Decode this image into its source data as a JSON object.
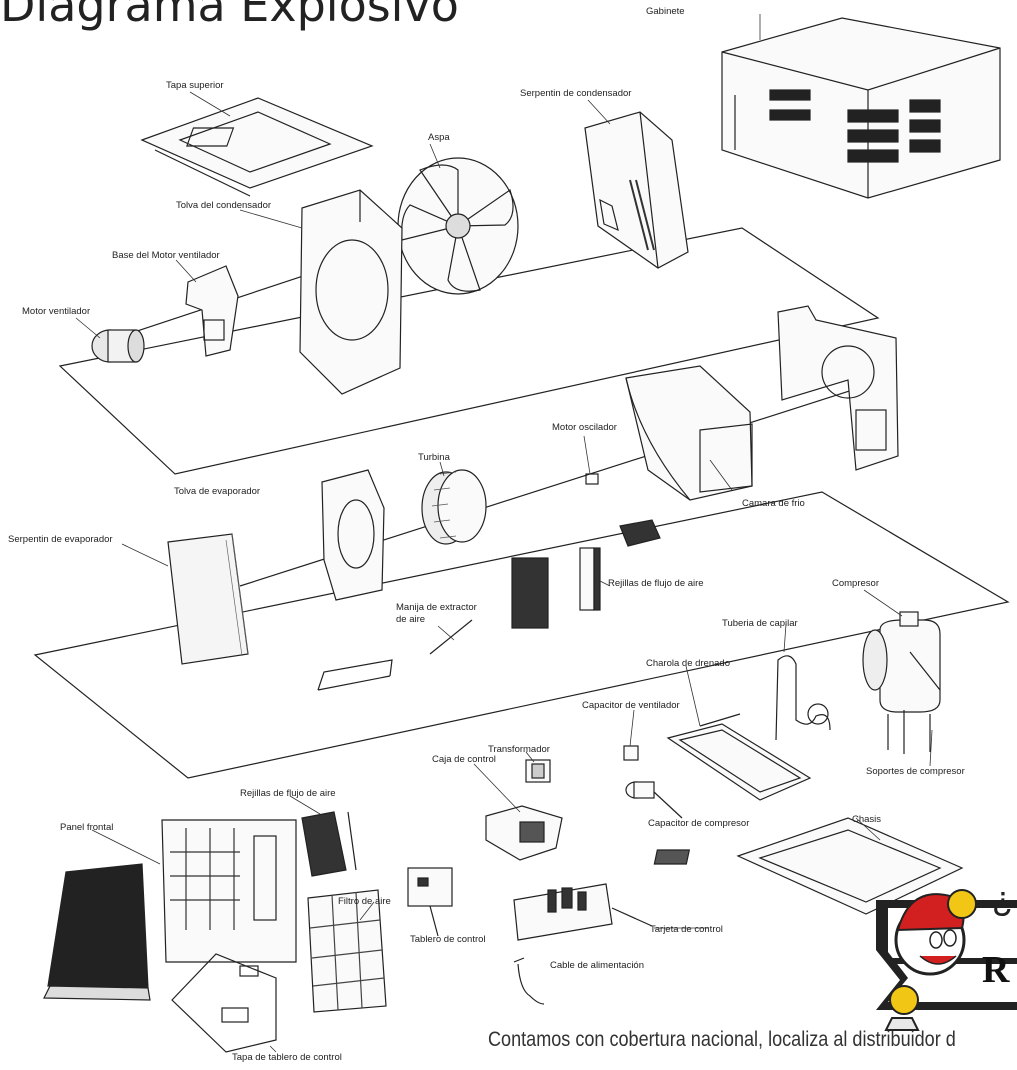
{
  "title": "Diagrama Explosivo",
  "labels": {
    "gabinete": "Gabinete",
    "tapa_superior": "Tapa superior",
    "serpentin_condensador": "Serpentin de condensador",
    "aspa": "Aspa",
    "tolva_condensador": "Tolva del condensador",
    "base_motor": "Base del Motor ventilador",
    "motor_ventilador": "Motor ventilador",
    "motor_oscilador": "Motor oscilador",
    "turbina": "Turbina",
    "tolva_evaporador": "Tolva de evaporador",
    "camara_frio": "Camara de frio",
    "serpentin_evaporador": "Serpentin de evaporador",
    "rejillas_flujo_1": "Rejillas de flujo de aire",
    "compresor": "Compresor",
    "manija_1": "Manija de extractor",
    "manija_2": "de aire",
    "tuberia_capilar": "Tuberia de capilar",
    "charola_drenado": "Charola de drenado",
    "capacitor_ventilador": "Capacitor de ventilador",
    "transformador": "Transformador",
    "caja_control": "Caja de control",
    "soportes_compresor": "Soportes de compresor",
    "rejillas_flujo_2": "Rejillas de flujo de aire",
    "capacitor_compresor": "Capacitor de compresor",
    "chasis": "Chasis",
    "panel_frontal": "Panel frontal",
    "filtro_aire": "Filtro de aire",
    "tarjeta_control": "Tarjeta de control",
    "tablero_control": "Tablero de control",
    "cable_alimentacion": "Cable de alimentación",
    "tapa_tablero": "Tapa de tablero de control"
  },
  "footer": "Contamos con cobertura nacional, localiza al distribuidor d",
  "logo_text": "¿ R"
}
